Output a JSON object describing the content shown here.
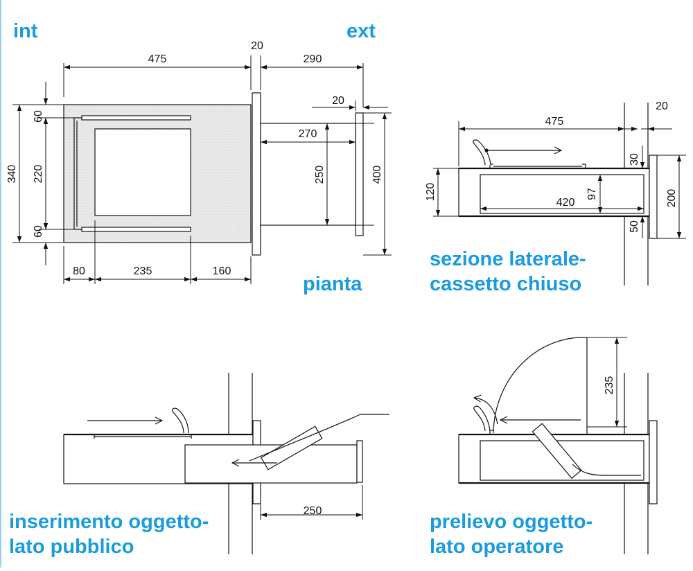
{
  "labels": {
    "int": "int",
    "ext": "ext",
    "pianta": "pianta",
    "sezione_line1": "sezione laterale-",
    "sezione_line2": "cassetto chiuso",
    "inserimento_line1": "inserimento oggetto-",
    "inserimento_line2": "lato pubblico",
    "prelievo_line1": "prelievo oggetto-",
    "prelievo_line2": "lato operatore"
  },
  "dimensions": {
    "plan": {
      "width_int": "475",
      "wall": "20",
      "width_ext": "290",
      "flange_ext": "20",
      "drawer_length": "270",
      "depth_total": "340",
      "side_top": "60",
      "mid": "220",
      "side_bottom": "60",
      "drawer_height": "250",
      "front_height": "400",
      "bottom_left": "80",
      "bottom_mid": "235",
      "bottom_right": "160"
    },
    "section": {
      "wall": "20",
      "length": "475",
      "top_gap": "30",
      "body_height": "120",
      "inner_height": "97",
      "inner_length": "420",
      "plate_height": "200",
      "bottom_gap": "50"
    },
    "insert": {
      "travel": "250"
    },
    "pickup": {
      "lid_height": "235"
    }
  },
  "colors": {
    "label": "#1a9be0",
    "line": "#111111",
    "hatch_fill": "#e9e9e9"
  }
}
